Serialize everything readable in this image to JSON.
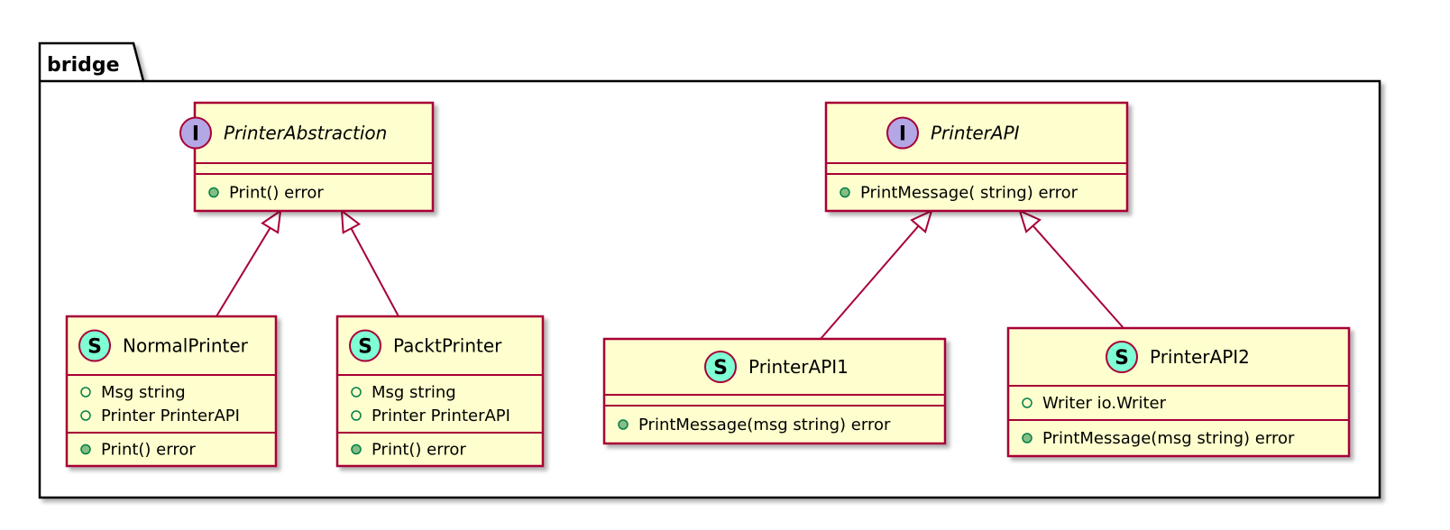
{
  "package": {
    "name": "bridge"
  },
  "colors": {
    "class_fill": "#FEFECE",
    "class_border": "#A80036",
    "interface_badge": "#B4A7E5",
    "struct_badge": "#ADD1B2",
    "struct_badge_accent": "#7FFFD4",
    "public_method": "#84BE84",
    "public_field": "#038048"
  },
  "classes": [
    {
      "id": "printer-abstraction",
      "kind": "interface",
      "stereotype_letter": "I",
      "name": "PrinterAbstraction",
      "fields": [],
      "methods": [
        "Print() error"
      ]
    },
    {
      "id": "normal-printer",
      "kind": "struct",
      "stereotype_letter": "S",
      "name": "NormalPrinter",
      "fields": [
        "Msg string",
        "Printer PrinterAPI"
      ],
      "methods": [
        "Print() error"
      ]
    },
    {
      "id": "packt-printer",
      "kind": "struct",
      "stereotype_letter": "S",
      "name": "PacktPrinter",
      "fields": [
        "Msg string",
        "Printer PrinterAPI"
      ],
      "methods": [
        "Print() error"
      ]
    },
    {
      "id": "printer-api",
      "kind": "interface",
      "stereotype_letter": "I",
      "name": "PrinterAPI",
      "fields": [],
      "methods": [
        "PrintMessage( string) error"
      ]
    },
    {
      "id": "printer-api1",
      "kind": "struct",
      "stereotype_letter": "S",
      "name": "PrinterAPI1",
      "fields": [],
      "methods": [
        "PrintMessage(msg string) error"
      ]
    },
    {
      "id": "printer-api2",
      "kind": "struct",
      "stereotype_letter": "S",
      "name": "PrinterAPI2",
      "fields": [
        "Writer io.Writer"
      ],
      "methods": [
        "PrintMessage(msg string) error"
      ]
    }
  ],
  "relations": [
    {
      "type": "realization",
      "from": "normal-printer",
      "to": "printer-abstraction"
    },
    {
      "type": "realization",
      "from": "packt-printer",
      "to": "printer-abstraction"
    },
    {
      "type": "realization",
      "from": "printer-api1",
      "to": "printer-api"
    },
    {
      "type": "realization",
      "from": "printer-api2",
      "to": "printer-api"
    }
  ]
}
